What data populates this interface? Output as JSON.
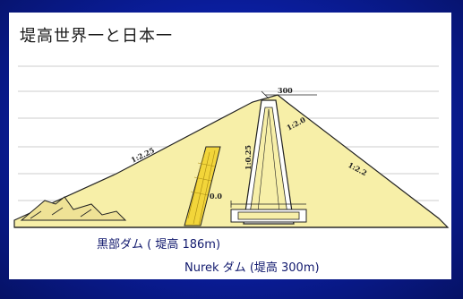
{
  "slide": {
    "title": "堤高世界一と日本一",
    "captions": {
      "kurobe": "黒部ダム ( 堤高 186m)",
      "nurek": "Nurek ダム (堤高 300m)"
    }
  },
  "diagram": {
    "labels": {
      "crest_height": "300",
      "slope_upstream": "1:2.25",
      "slope_top": "1:2.0",
      "slope_downstream": "1:2.2",
      "slope_core": "1:0.25",
      "base_marker": "0.0"
    }
  },
  "colors": {
    "background": "#0a1d9c",
    "panel": "#ffffff",
    "dam_body": "#f7efa8",
    "kurobe_dam": "#f2d53a",
    "outline": "#222222",
    "caption_text": "#121a6e"
  }
}
